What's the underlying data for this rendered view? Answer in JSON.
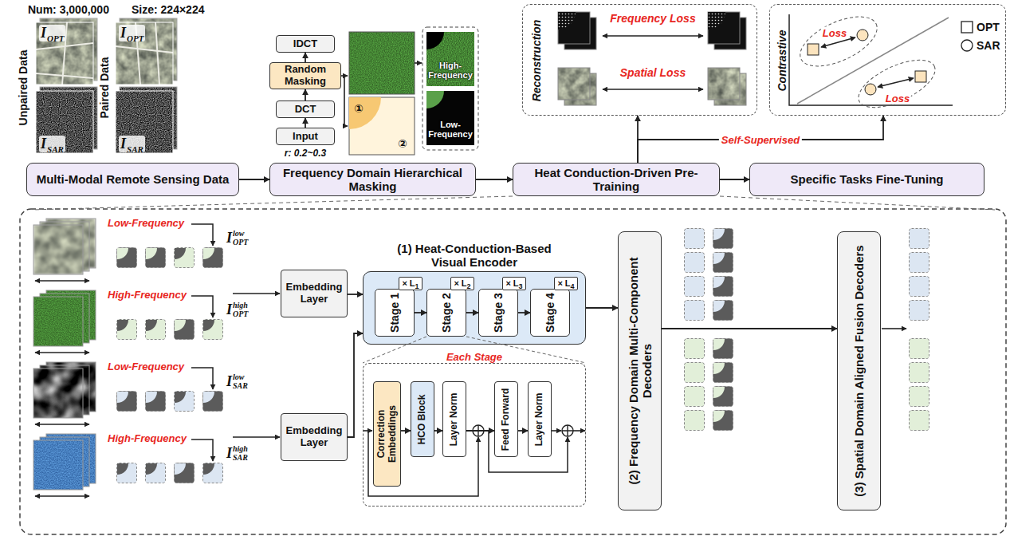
{
  "diagram": {
    "nodes": [
      {
        "text": [
          "Multi-Modal Remote Sensing Data"
        ]
      },
      {
        "text": [
          "Frequency Domain Hierarchical Masking"
        ]
      },
      {
        "text": [
          "Heat Conduction-Driven Pre-Training"
        ]
      },
      {
        "text": [
          "Specific Tasks Fine-Tuning"
        ]
      },
      {
        "text": [
          "IDCT"
        ]
      },
      {
        "text": [
          "Random Masking"
        ]
      },
      {
        "text": [
          "DCT"
        ]
      },
      {
        "text": [
          "Input"
        ]
      },
      {
        "text": [
          "Reconstruction",
          "Frequency Loss",
          "Spatial Loss"
        ]
      },
      {
        "text": [
          "Contrastive",
          "Loss",
          "Loss"
        ]
      },
      {
        "text": [
          "Embedding Layer"
        ]
      },
      {
        "text": [
          "Embedding Layer"
        ]
      },
      {
        "text": [
          "(1) Heat-Conduction-Based Visual Encoder"
        ]
      },
      {
        "text": [
          "Stage 1"
        ],
        "in": 12
      },
      {
        "text": [
          "× L",
          "1"
        ],
        "in": 13
      },
      {
        "text": [
          "Stage 2"
        ],
        "in": 12
      },
      {
        "text": [
          "× L",
          "2"
        ],
        "in": 15
      },
      {
        "text": [
          "Stage 3"
        ],
        "in": 12
      },
      {
        "text": [
          "× L",
          "3"
        ],
        "in": 17
      },
      {
        "text": [
          "Stage 4"
        ],
        "in": 12
      },
      {
        "text": [
          "× L",
          "4"
        ],
        "in": 19
      },
      {
        "text": [
          "Each Stage"
        ]
      },
      {
        "text": [
          "Correction Embeddings"
        ],
        "in": 21
      },
      {
        "text": [
          "HCO Block"
        ],
        "in": 21
      },
      {
        "text": [
          "Layer Norm"
        ],
        "in": 21
      },
      {
        "text": [
          "Feed Forward"
        ],
        "in": 21
      },
      {
        "text": [
          "Layer Norm"
        ],
        "in": 21
      },
      {
        "text": [
          "(2) Frequency Domain Multi-Component Decoders"
        ]
      },
      {
        "text": [
          "(3) Spatial Domain Aligned Fusion Decoders"
        ]
      }
    ],
    "edges": [
      {
        "from": 0,
        "to": 1,
        "arrow": "to"
      },
      {
        "from": 1,
        "to": 2,
        "arrow": "to"
      },
      {
        "from": 2,
        "to": 3,
        "arrow": "to"
      },
      {
        "from": 7,
        "to": 6,
        "arrow": "to"
      },
      {
        "from": 6,
        "to": 5,
        "arrow": "to"
      },
      {
        "from": 5,
        "to": 4,
        "arrow": "to"
      },
      {
        "from": 2,
        "to": 8,
        "arrow": "to"
      },
      {
        "from": 2,
        "to": 9,
        "arrow": "to",
        "label": "Self-Supervised"
      },
      {
        "from": 10,
        "to": 12,
        "arrow": "to"
      },
      {
        "from": 11,
        "to": 12,
        "arrow": "to"
      },
      {
        "from": 13,
        "to": 15,
        "arrow": "to"
      },
      {
        "from": 15,
        "to": 17,
        "arrow": "to"
      },
      {
        "from": 17,
        "to": 19,
        "arrow": "to"
      },
      {
        "from": 22,
        "to": 23,
        "arrow": "to"
      },
      {
        "from": 23,
        "to": 24,
        "arrow": "to"
      },
      {
        "from": 24,
        "to": 25,
        "arrow": "to"
      },
      {
        "from": 25,
        "to": 26,
        "arrow": "to"
      },
      {
        "from": 12,
        "to": 27,
        "arrow": "to"
      },
      {
        "from": 27,
        "to": 28,
        "arrow": "to"
      }
    ],
    "labels": [
      "Num: 3,000,000",
      "Size: 224×224",
      "Unpaired Data",
      "Paired Data",
      "I",
      "OPT",
      "I",
      "SAR",
      "I",
      "OPT",
      "I",
      "SAR",
      "High-Frequency",
      "Low-Frequency",
      "①",
      "②",
      "r: 0.2~0.3",
      "Low-Frequency",
      "I",
      "OPT",
      "low",
      "High-Frequency",
      "I",
      "OPT",
      "high",
      "Low-Frequency",
      "I",
      "SAR",
      "low",
      "High-Frequency",
      "I",
      "SAR",
      "high"
    ],
    "legend": [
      {
        "text": "OPT"
      },
      {
        "text": "SAR"
      }
    ]
  }
}
